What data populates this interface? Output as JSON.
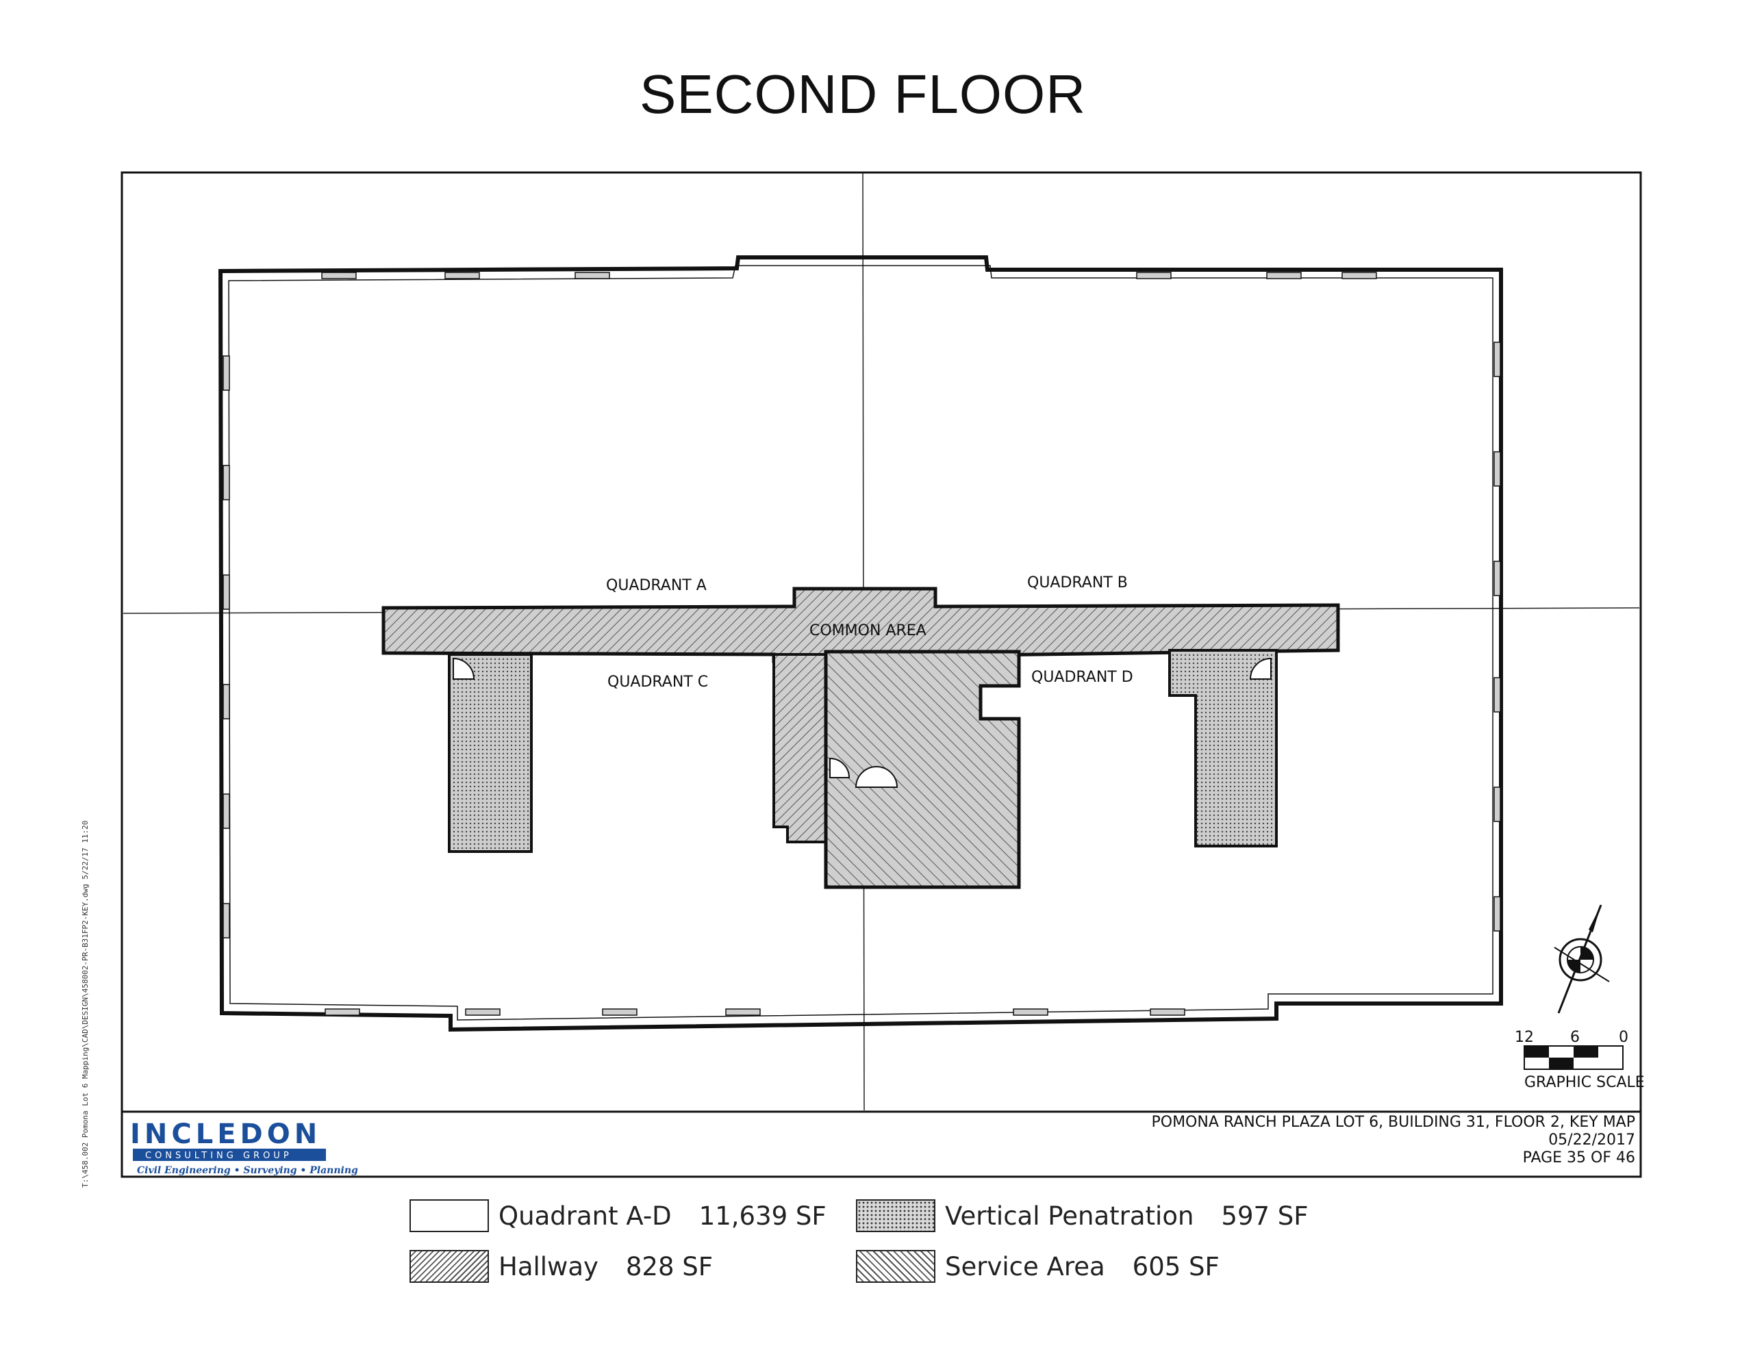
{
  "title": "SECOND FLOOR",
  "quadrant_labels": {
    "a": "QUADRANT A",
    "b": "QUADRANT B",
    "c": "QUADRANT C",
    "d": "QUADRANT D",
    "common": "COMMON AREA"
  },
  "scale": {
    "ticks": [
      "12",
      "6",
      "0"
    ],
    "label": "GRAPHIC SCALE"
  },
  "title_block": {
    "logo_text": "INCLEDON",
    "logo_subtitle": "CONSULTING GROUP",
    "logo_tagline": "Civil Engineering • Surveying • Planning",
    "project": "POMONA RANCH PLAZA LOT 6, BUILDING 31, FLOOR 2, KEY MAP",
    "date": "05/22/2017",
    "page": "PAGE 35 OF 46"
  },
  "file_path": "T:\\458.002 Pomona Lot 6 Mapping\\CAD\\DESIGN\\458002-PR-B31FP2-KEY.dwg 5/22/17 11:20",
  "legend": [
    {
      "label": "Quadrant A-D",
      "area": "11,639 SF",
      "pattern": "quadrant"
    },
    {
      "label": "Hallway",
      "area": "828 SF",
      "pattern": "hallway"
    },
    {
      "label": "Vertical Penatration",
      "area": "597 SF",
      "pattern": "vertical"
    },
    {
      "label": "Service Area",
      "area": "605 SF",
      "pattern": "service"
    }
  ],
  "colors": {
    "line": "#111111",
    "fill_gray": "#c8c8c8",
    "logo_blue": "#1b4f9c",
    "logo_red": "#c0282d"
  }
}
